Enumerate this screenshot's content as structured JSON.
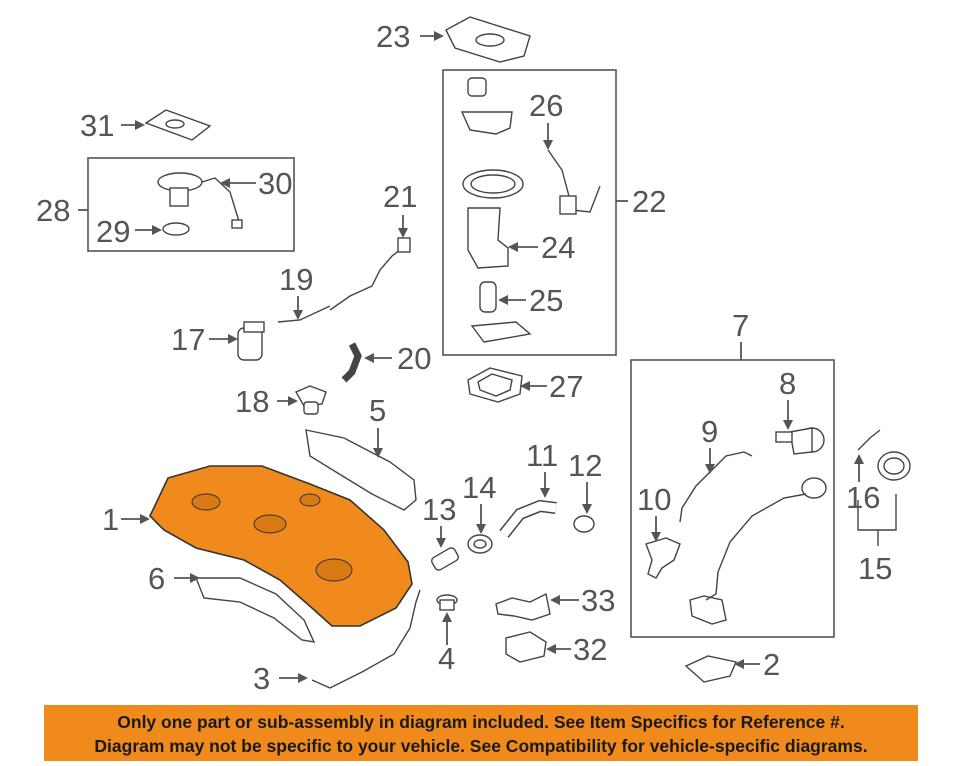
{
  "callouts": {
    "c1": "1",
    "c2": "2",
    "c3": "3",
    "c4": "4",
    "c5": "5",
    "c6": "6",
    "c7": "7",
    "c8": "8",
    "c9": "9",
    "c10": "10",
    "c11": "11",
    "c12": "12",
    "c13": "13",
    "c14": "14",
    "c15": "15",
    "c16": "16",
    "c17": "17",
    "c18": "18",
    "c19": "19",
    "c20": "20",
    "c21": "21",
    "c22": "22",
    "c23": "23",
    "c24": "24",
    "c25": "25",
    "c26": "26",
    "c27": "27",
    "c28": "28",
    "c29": "29",
    "c30": "30",
    "c31": "31",
    "c32": "32",
    "c33": "33"
  },
  "colors": {
    "highlight": "#f08a1d",
    "banner": "#f08a1d",
    "line": "#444444"
  },
  "disclaimer": {
    "line1": "Only one part or sub-assembly in diagram included. See Item Specifics for Reference #.",
    "line2": "Diagram may not be specific to your vehicle. See Compatibility for vehicle-specific diagrams."
  }
}
